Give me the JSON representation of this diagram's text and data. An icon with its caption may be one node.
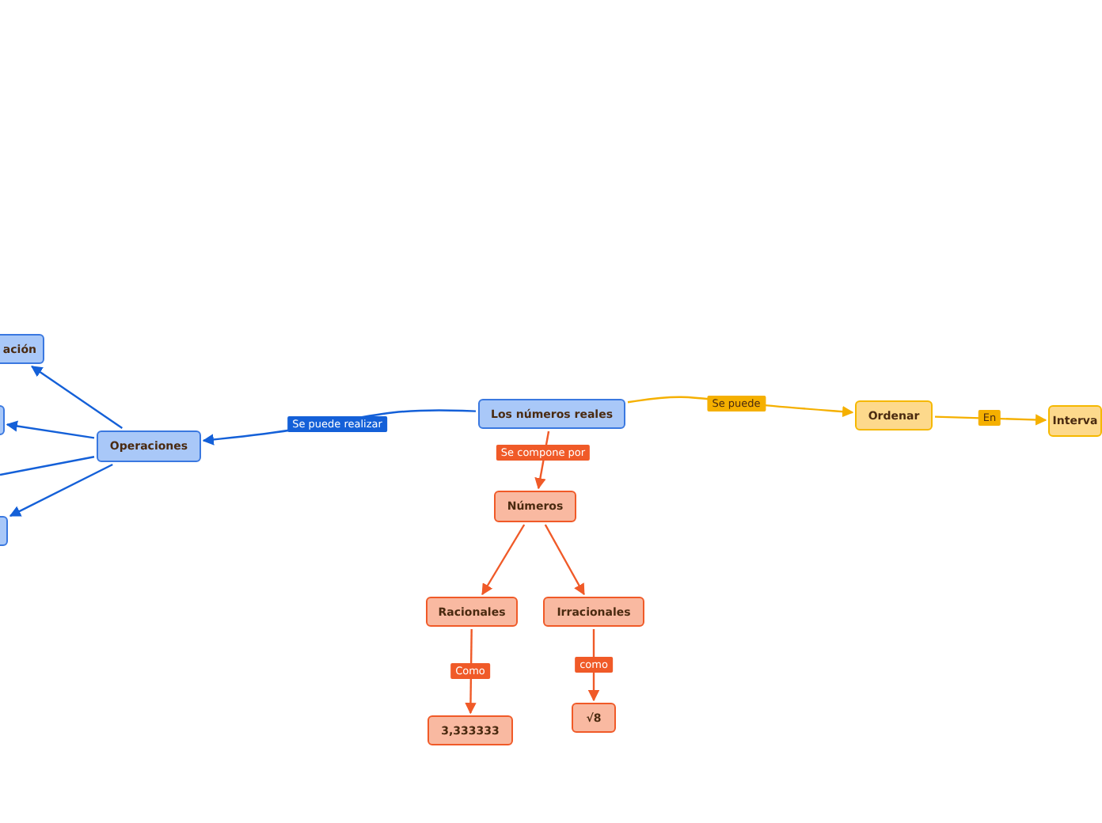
{
  "diagram": {
    "nodes": [
      {
        "text": [
          "Los números reales"
        ]
      },
      {
        "text": [
          "Operaciones"
        ]
      },
      {
        "text": [
          "ación"
        ]
      },
      {
        "text": [],
        "shape": "box"
      },
      {
        "text": [],
        "shape": "box"
      },
      {
        "text": [
          "Ordenar"
        ]
      },
      {
        "text": [
          "Interva"
        ]
      },
      {
        "text": [
          "Números"
        ]
      },
      {
        "text": [
          "Racionales"
        ]
      },
      {
        "text": [
          "Irracionales"
        ]
      },
      {
        "text": [
          "3,333333"
        ]
      },
      {
        "text": [
          "√8"
        ]
      }
    ],
    "edges": [
      {
        "from": 0,
        "to": 1,
        "arrow": "to",
        "label": "Se puede realizar",
        "color": "#1460d8"
      },
      {
        "from": 1,
        "to": 2,
        "arrow": "to",
        "color": "#1460d8"
      },
      {
        "from": 1,
        "to": 3,
        "arrow": "to",
        "color": "#1460d8"
      },
      {
        "from": 1,
        "to": null,
        "arrow": "none",
        "color": "#1460d8"
      },
      {
        "from": 1,
        "to": 4,
        "arrow": "to",
        "color": "#1460d8"
      },
      {
        "from": 0,
        "to": 5,
        "arrow": "to",
        "label": "Se puede",
        "color": "#f5b000"
      },
      {
        "from": 5,
        "to": 6,
        "arrow": "to",
        "label": "En",
        "color": "#f5b000"
      },
      {
        "from": 0,
        "to": 7,
        "arrow": "to",
        "label": "Se compone por",
        "color": "#f05a28"
      },
      {
        "from": 7,
        "to": 8,
        "arrow": "to",
        "color": "#f05a28"
      },
      {
        "from": 7,
        "to": 9,
        "arrow": "to",
        "color": "#f05a28"
      },
      {
        "from": 8,
        "to": 10,
        "arrow": "to",
        "label": "Como",
        "color": "#f05a28"
      },
      {
        "from": 9,
        "to": 11,
        "arrow": "to",
        "label": "como",
        "color": "#f05a28"
      }
    ]
  }
}
